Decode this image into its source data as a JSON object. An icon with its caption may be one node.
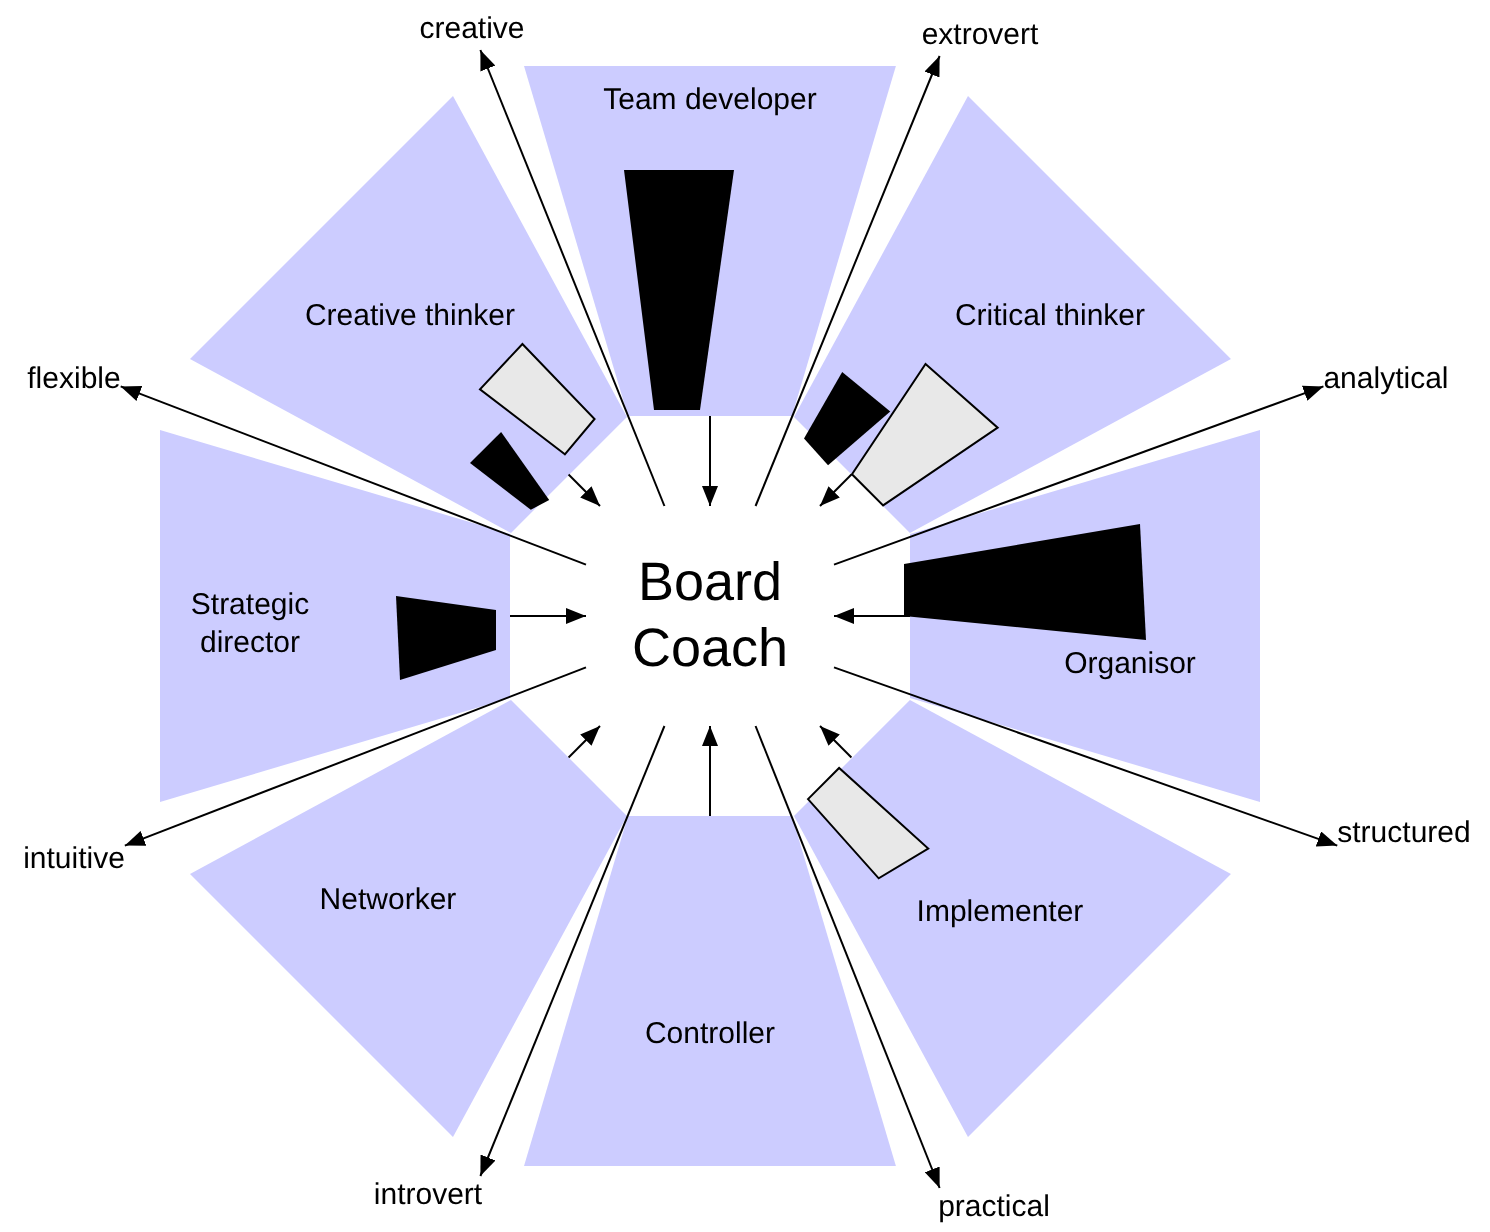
{
  "diagram": {
    "nodes": [
      {
        "text": [
          "Board Coach"
        ]
      },
      {
        "text": [
          "Team developer"
        ]
      },
      {
        "text": [
          "Critical thinker"
        ]
      },
      {
        "text": [
          "Organisor"
        ]
      },
      {
        "text": [
          "Implementer"
        ]
      },
      {
        "text": [
          "Controller"
        ]
      },
      {
        "text": [
          "Networker"
        ]
      },
      {
        "text": [
          "Strategic director"
        ]
      },
      {
        "text": [
          "Creative thinker"
        ]
      },
      {
        "text": [
          "creative"
        ]
      },
      {
        "text": [
          "extrovert"
        ]
      },
      {
        "text": [
          "analytical"
        ]
      },
      {
        "text": [
          "structured"
        ]
      },
      {
        "text": [
          "practical"
        ]
      },
      {
        "text": [
          "introvert"
        ]
      },
      {
        "text": [
          "intuitive"
        ]
      },
      {
        "text": [
          "flexible"
        ]
      },
      {
        "text": [],
        "shape": "bar",
        "in": 1
      },
      {
        "text": [],
        "shape": "bar",
        "in": 2
      },
      {
        "text": [],
        "shape": "bar",
        "in": 2
      },
      {
        "text": [],
        "shape": "bar",
        "in": 3
      },
      {
        "text": [],
        "shape": "bar",
        "in": 4
      },
      {
        "text": [],
        "shape": "bar",
        "in": 7
      },
      {
        "text": [],
        "shape": "bar",
        "in": 8
      },
      {
        "text": [],
        "shape": "bar",
        "in": 8
      }
    ],
    "edges": [
      {
        "from": 1,
        "to": 0,
        "arrow": "to"
      },
      {
        "from": 2,
        "to": 0,
        "arrow": "to"
      },
      {
        "from": 3,
        "to": 0,
        "arrow": "to"
      },
      {
        "from": 4,
        "to": 0,
        "arrow": "to"
      },
      {
        "from": 5,
        "to": 0,
        "arrow": "to"
      },
      {
        "from": 6,
        "to": 0,
        "arrow": "to"
      },
      {
        "from": 7,
        "to": 0,
        "arrow": "to"
      },
      {
        "from": 8,
        "to": 0,
        "arrow": "to"
      },
      {
        "from": 0,
        "to": 9,
        "arrow": "to"
      },
      {
        "from": 0,
        "to": 10,
        "arrow": "to"
      },
      {
        "from": 0,
        "to": 11,
        "arrow": "to"
      },
      {
        "from": 0,
        "to": 12,
        "arrow": "to"
      },
      {
        "from": 0,
        "to": 13,
        "arrow": "to"
      },
      {
        "from": 0,
        "to": 14,
        "arrow": "to"
      },
      {
        "from": 0,
        "to": 15,
        "arrow": "to"
      },
      {
        "from": 0,
        "to": 16,
        "arrow": "to"
      }
    ]
  }
}
